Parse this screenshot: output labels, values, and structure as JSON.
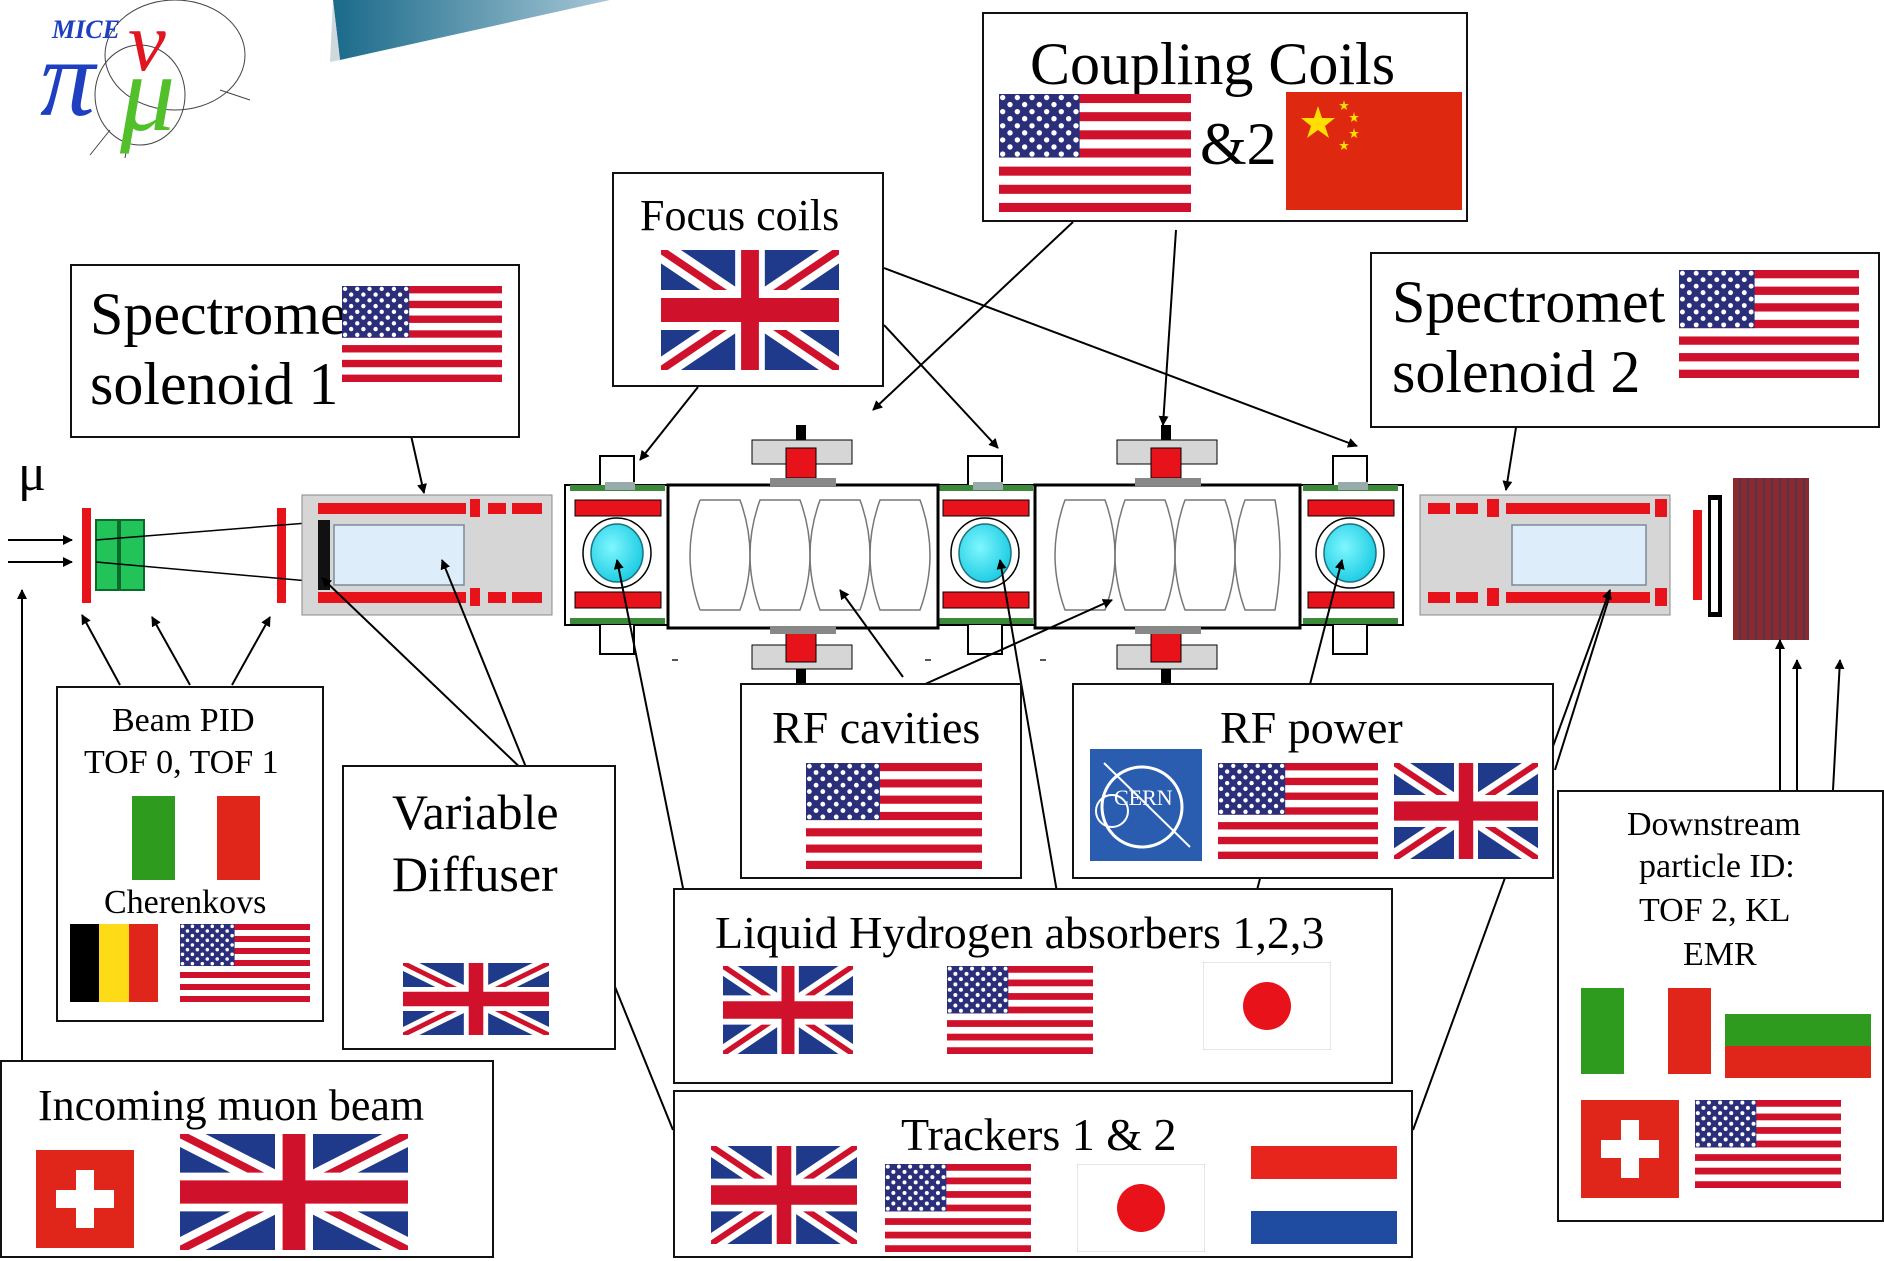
{
  "logo": {
    "text": "MICE",
    "glyphs": "πνμ"
  },
  "labels": {
    "coupling_coils_1": "Coupling Coils",
    "coupling_coils_2": "&2",
    "focus_coils": "Focus coils",
    "spectrometer1_1": "Spectrome",
    "spectrometer1_2": "solenoid 1",
    "spectrometer2_1": "Spectromet",
    "spectrometer2_2": "solenoid 2",
    "beam_pid_1": "Beam PID",
    "beam_pid_2": "TOF 0, TOF 1",
    "cherenkovs": "Cherenkovs",
    "variable_diffuser_1": "Variable",
    "variable_diffuser_2": "Diffuser",
    "rf_cavities": "RF cavities",
    "rf_power": "RF power",
    "lh2_absorbers": "Liquid Hydrogen absorbers 1,2,3",
    "trackers": "Trackers 1 & 2",
    "downstream_1": "Downstream",
    "downstream_2": "particle ID:",
    "downstream_3": "TOF 2, KL",
    "downstream_4": "EMR",
    "incoming_muon": "Incoming muon beam",
    "mu_symbol": "μ",
    "cern_logo": "CERN"
  },
  "flags": {
    "coupling_coils": [
      "usa",
      "china"
    ],
    "focus_coils": [
      "uk"
    ],
    "spectrometer1": [
      "usa"
    ],
    "spectrometer2": [
      "usa"
    ],
    "beam_pid": [
      "italy"
    ],
    "cherenkovs": [
      "belgium",
      "usa"
    ],
    "variable_diffuser": [
      "uk"
    ],
    "rf_cavities": [
      "usa"
    ],
    "rf_power": [
      "cern",
      "usa",
      "uk"
    ],
    "lh2_absorbers": [
      "uk",
      "usa",
      "japan"
    ],
    "trackers": [
      "uk",
      "usa",
      "japan",
      "netherlands"
    ],
    "downstream": [
      "italy",
      "bulgaria",
      "switzerland",
      "usa"
    ],
    "incoming_muon": [
      "switzerland",
      "uk"
    ]
  },
  "colors": {
    "coil_red": "#e8121b",
    "cavity_cyan": "#2ee6f2",
    "detector_green": "#22c45a",
    "housing_grey": "#d6d6d6",
    "tracker_blue": "#ddeefa"
  }
}
